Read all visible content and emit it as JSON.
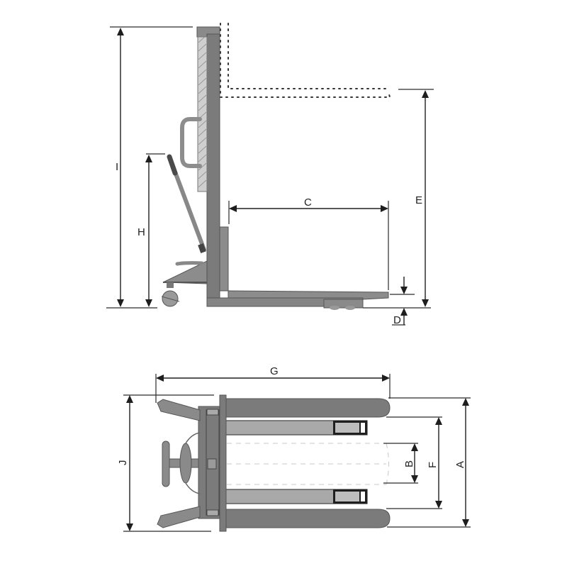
{
  "diagram": {
    "subject": "Manual stacker dimension drawing",
    "colors": {
      "body": "#7b7b7b",
      "body_light": "#a9a9a9",
      "handle_grip": "#4a4a4a",
      "dimension_line": "#1e1e1e",
      "background": "#ffffff"
    },
    "side_view": {
      "dimensions": {
        "overall_height": "I",
        "handle_height": "H",
        "fork_length": "C",
        "max_lift_height": "E",
        "lowered_fork_height": "D"
      }
    },
    "top_view": {
      "dimensions": {
        "overall_length": "G",
        "overall_width": "J",
        "outer_leg_width": "A",
        "fork_outer_width": "F",
        "fork_inner_gap": "B"
      }
    }
  }
}
